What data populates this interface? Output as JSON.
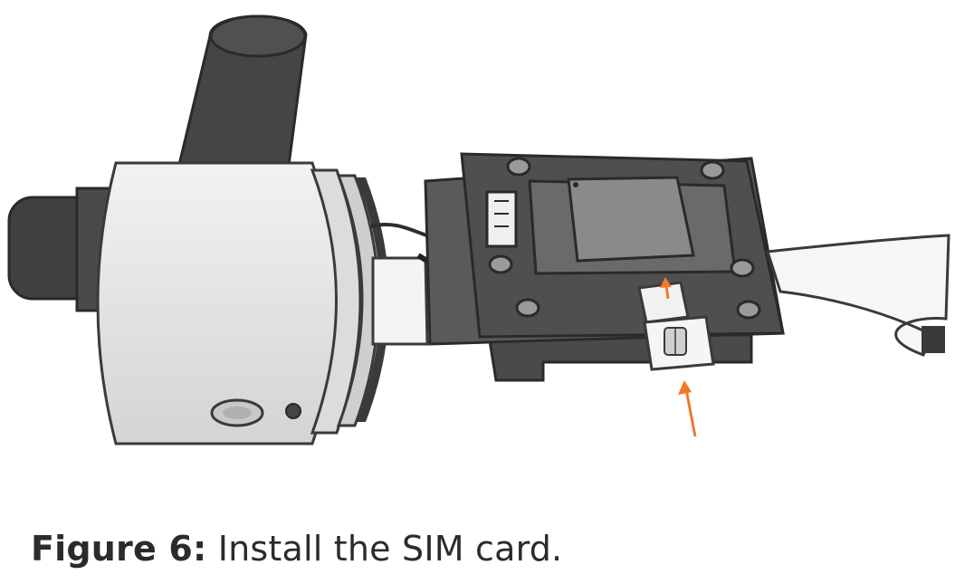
{
  "figure": {
    "label": "Figure 6:",
    "caption": "Install the SIM card."
  },
  "illustration": {
    "name": "sim-card-installation-diagram",
    "accent_color": "#f07a28",
    "outline_color": "#3a3a3a",
    "body_color": "#e4e4e4",
    "dark_color": "#3d3d3d",
    "board_color": "#555555"
  }
}
